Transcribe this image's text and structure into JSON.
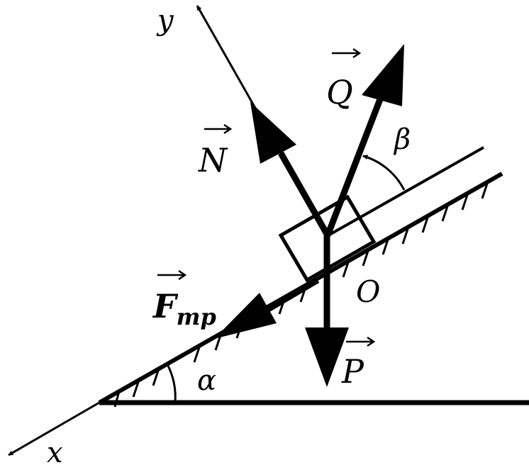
{
  "labels": {
    "axis_x": "x",
    "axis_y": "y",
    "force_Q": "Q",
    "force_N": "N",
    "force_P": "P",
    "force_F": "F",
    "force_F_sub": "mp",
    "angle_alpha": "α",
    "angle_beta": "β",
    "point_O": "O"
  },
  "colors": {
    "ink": "#000000",
    "background": "#ffffff"
  }
}
